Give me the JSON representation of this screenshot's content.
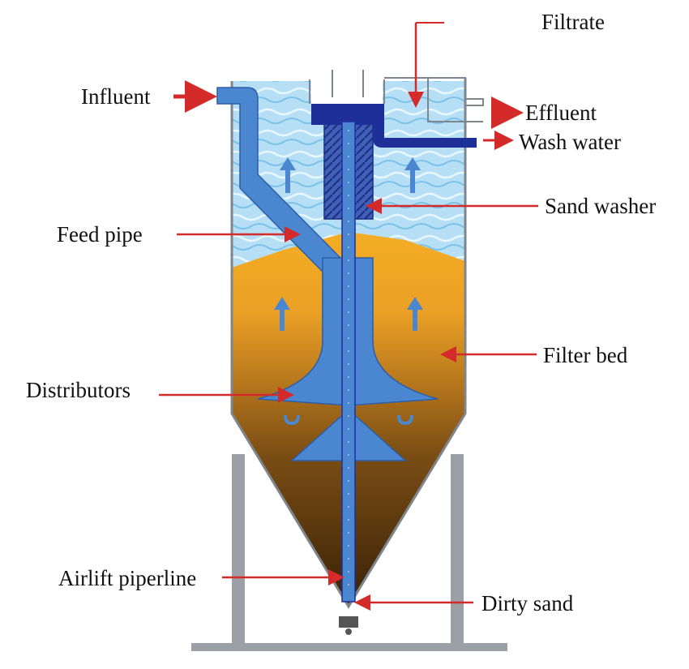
{
  "labels": {
    "filtrate": "Filtrate",
    "influent": "Influent",
    "effluent": "Effluent",
    "wash_water": "Wash water",
    "sand_washer": "Sand washer",
    "feed_pipe": "Feed pipe",
    "filter_bed": "Filter bed",
    "distributors": "Distributors",
    "airlift_pipeline": "Airlift piperline",
    "dirty_sand": "Dirty sand"
  },
  "colors": {
    "arrow_red": "#d42a2a",
    "water": "#a9d8f2",
    "sand": "#f2a71c",
    "dirty_sand": "#5a3610",
    "pipe": "#4b86d0",
    "pipe_dark": "#1f2f9a",
    "support": "#9aa0a6"
  }
}
